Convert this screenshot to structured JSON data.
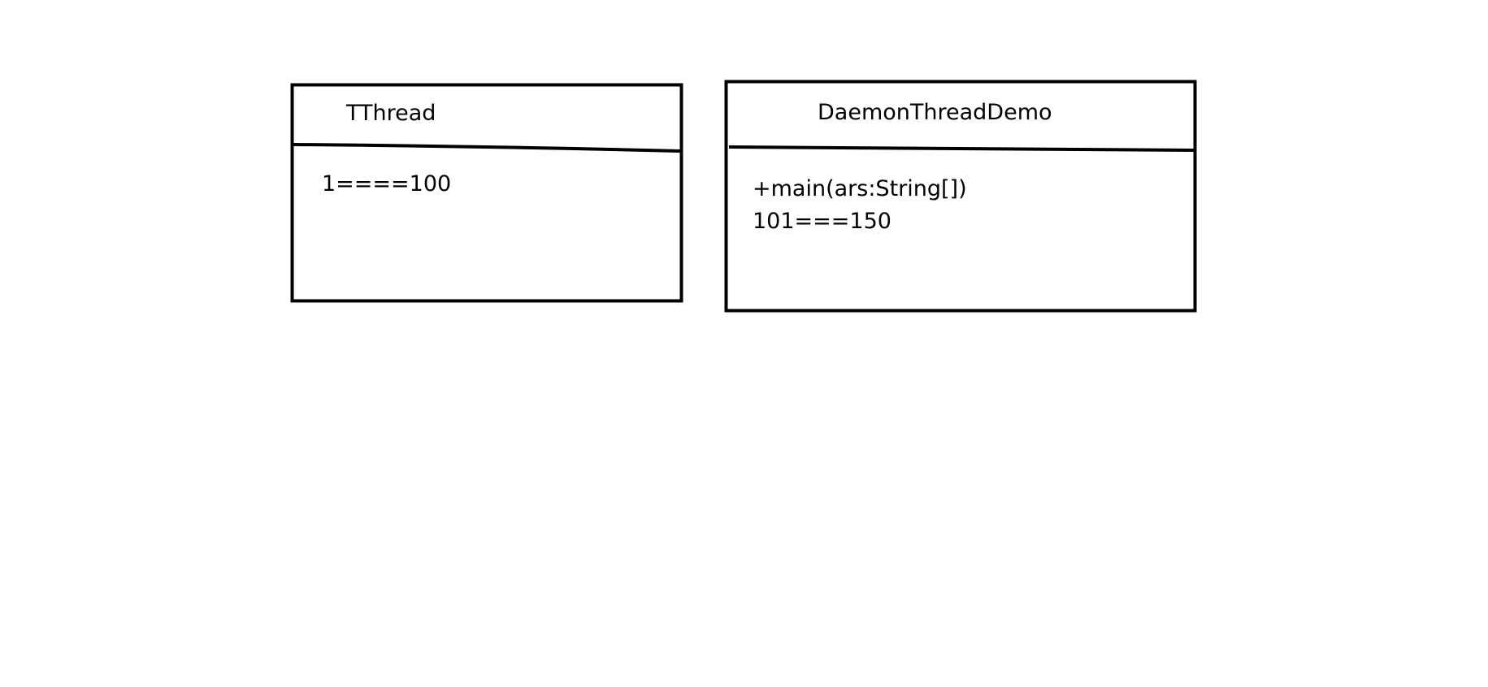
{
  "diagram": {
    "classes": [
      {
        "name": "TThread",
        "members": [
          "1====100"
        ]
      },
      {
        "name": "DaemonThreadDemo",
        "members": [
          "+main(ars:String[])",
          "101===150"
        ]
      }
    ]
  }
}
